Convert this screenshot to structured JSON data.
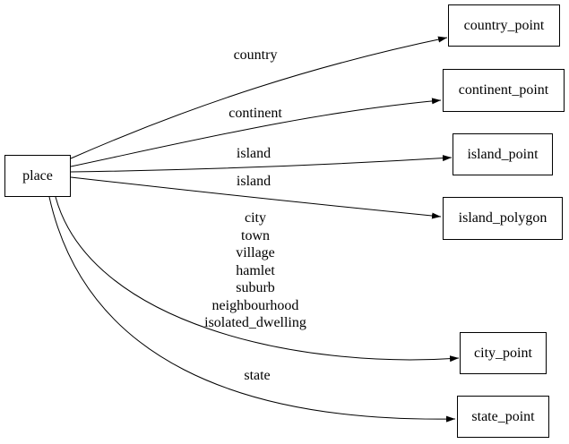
{
  "diagram": {
    "type": "directed-graph",
    "background_color": "#ffffff",
    "node_border_color": "#000000",
    "edge_color": "#000000",
    "text_color": "#000000",
    "source_node": {
      "label": "place"
    },
    "target_nodes": [
      {
        "label": "country_point"
      },
      {
        "label": "continent_point"
      },
      {
        "label": "island_point"
      },
      {
        "label": "island_polygon"
      },
      {
        "label": "city_point"
      },
      {
        "label": "state_point"
      }
    ],
    "edges": [
      {
        "from": "place",
        "to": "country_point",
        "label": "country"
      },
      {
        "from": "place",
        "to": "continent_point",
        "label": "continent"
      },
      {
        "from": "place",
        "to": "island_point",
        "label": "island"
      },
      {
        "from": "place",
        "to": "island_polygon",
        "label": "island"
      },
      {
        "from": "place",
        "to": "city_point",
        "label": "city\ntown\nvillage\nhamlet\nsuburb\nneighbourhood\nisolated_dwelling"
      },
      {
        "from": "place",
        "to": "state_point",
        "label": "state"
      }
    ]
  }
}
